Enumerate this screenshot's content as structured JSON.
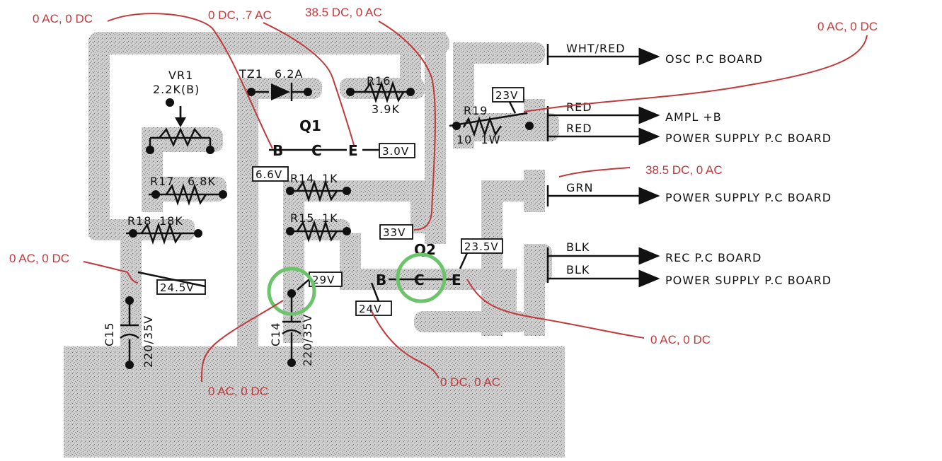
{
  "components": {
    "vr1_name": "VR1",
    "vr1_value": "2.2K(B)",
    "tz1_name": "TZ1",
    "tz1_value": "6.2A",
    "r16_name": "R16",
    "r16_value": "3.9K",
    "r17_name": "R17",
    "r17_value": "6.8K",
    "r18_name": "R18",
    "r18_value": "18K",
    "r14_name": "R14",
    "r14_value": "1K",
    "r15_name": "R15",
    "r15_value": "1K",
    "r19_name": "R19",
    "r19_value": "10  1W",
    "c15_name": "C15",
    "c15_value": "220/35V",
    "c14_name": "C14",
    "c14_value": "220/35V",
    "q1_name": "Q1",
    "q2_name": "Q2"
  },
  "pins": {
    "b": "B",
    "c": "C",
    "e": "E"
  },
  "voltage_boxes": {
    "q1_e": "3.0V",
    "q1_b": "6.6V",
    "v33": "33V",
    "v23": "23V",
    "v235": "23.5V",
    "v29": "29V",
    "v245": "24.5V",
    "v24": "24V"
  },
  "connectors": [
    {
      "wire": "WHT/RED",
      "dest": "OSC P.C BOARD"
    },
    {
      "wire": "RED",
      "dest": "AMPL +B"
    },
    {
      "wire": "RED",
      "dest": "POWER SUPPLY P.C BOARD"
    },
    {
      "wire": "GRN",
      "dest": "POWER SUPPLY P.C BOARD"
    },
    {
      "wire": "BLK",
      "dest": "REC P.C BOARD"
    },
    {
      "wire": "BLK",
      "dest": "POWER SUPPLY P.C BOARD"
    }
  ],
  "annotations": {
    "top_left": "0 AC, 0 DC",
    "top_mid": "0 DC, .7 AC",
    "top_right_mid": "38.5 DC, 0 AC",
    "far_right_top": "0 AC, 0 DC",
    "right_grn": "38.5 DC, 0 AC",
    "left_mid": "0 AC, 0 DC",
    "right_bottom": "0 AC, 0 DC",
    "bottom_left": "0 AC, 0 DC",
    "bottom_mid": "0 DC, 0 AC"
  },
  "colors": {
    "annotation_red": "#c0393b",
    "highlight_green": "#6cc46a",
    "ink": "#111111",
    "board_gray": "#9a9a9a"
  }
}
